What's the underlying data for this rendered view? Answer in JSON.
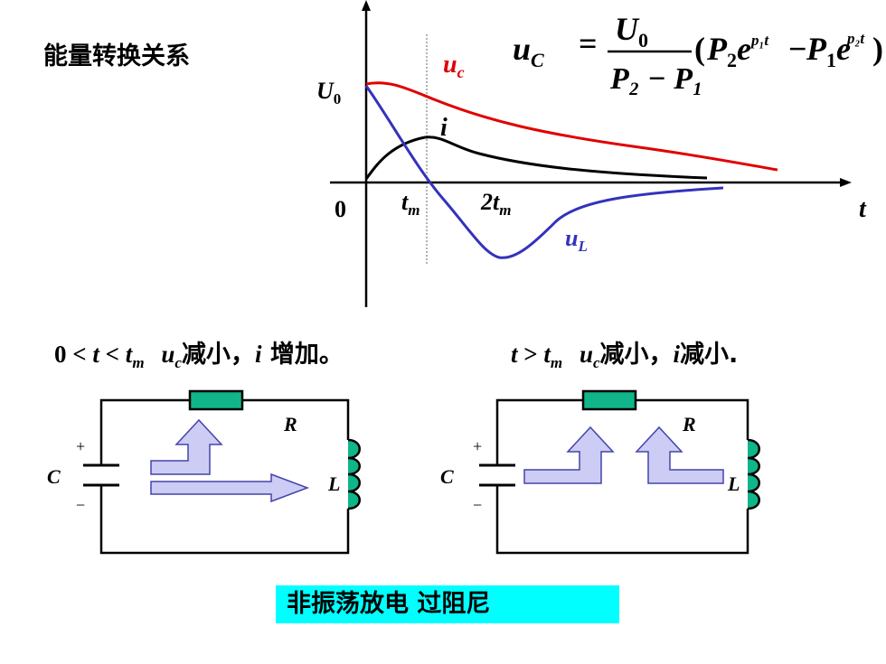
{
  "heading": "能量转换关系",
  "formula": {
    "lhs_var": "u",
    "lhs_sub": "C",
    "numerator": "U",
    "numerator_sub": "0",
    "denominator": "P₂ − P₁",
    "bracket_open": "(",
    "term1_coef": "P",
    "term1_coef_sub": "2",
    "term1_exp": "p₁t",
    "minus": "−",
    "term2_coef": "P",
    "term2_coef_sub": "1",
    "term2_exp": "p₂t",
    "bracket_close": ")",
    "e": "e"
  },
  "graph_labels": {
    "u0": "U",
    "u0_sub": "0",
    "origin": "0",
    "t_axis": "t",
    "uc": "u",
    "uc_sub": "c",
    "i": "i",
    "uL": "u",
    "uL_sub": "L",
    "tm": "t",
    "tm_sub": "m",
    "two_tm": "2t",
    "two_tm_sub": "m"
  },
  "conditions": {
    "left": {
      "zero": "0",
      "lt1": " < ",
      "t": "t",
      "lt2": " < ",
      "tm": "t",
      "tm_sub": "m",
      "uc": "u",
      "uc_sub": "c",
      "uc_text": "减小",
      "comma": "，",
      "i": "i",
      "i_text": " 增加。"
    },
    "right": {
      "t": "t",
      "gt": " > ",
      "tm": "t",
      "tm_sub": "m",
      "uc": "u",
      "uc_sub": "c",
      "uc_text": "减小",
      "comma": "，",
      "i": "i",
      "i_text": "减小."
    }
  },
  "circuit_left": {
    "plus": "+",
    "minus": "−",
    "C": "C",
    "R": "R",
    "L": "L"
  },
  "circuit_right": {
    "plus": "+",
    "minus": "−",
    "C": "C",
    "R": "R",
    "L": "L"
  },
  "banner": "非振荡放电  过阻尼",
  "colors": {
    "uc_curve": "#e00000",
    "i_curve": "#000000",
    "uL_curve": "#3333bb",
    "component_fill": "#10b58a",
    "arrow_fill": "#ccccf5",
    "arrow_stroke": "#4444aa",
    "banner": "#00ffff"
  }
}
